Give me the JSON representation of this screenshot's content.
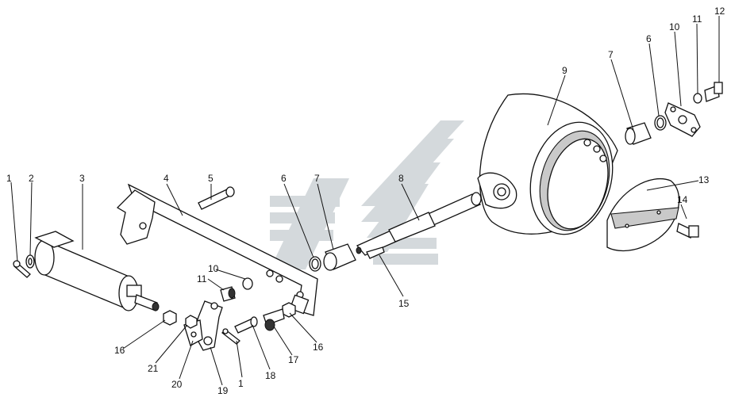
{
  "callouts": [
    "1",
    "2",
    "3",
    "4",
    "5",
    "6",
    "7",
    "8",
    "9",
    "10",
    "11",
    "12",
    "13",
    "14",
    "15",
    "16",
    "17",
    "18",
    "19",
    "20",
    "21"
  ],
  "colors": {
    "line": "#111111",
    "watermark": "#d4d9dc",
    "shade": "#c9c9c9"
  },
  "watermark": "company-logo"
}
